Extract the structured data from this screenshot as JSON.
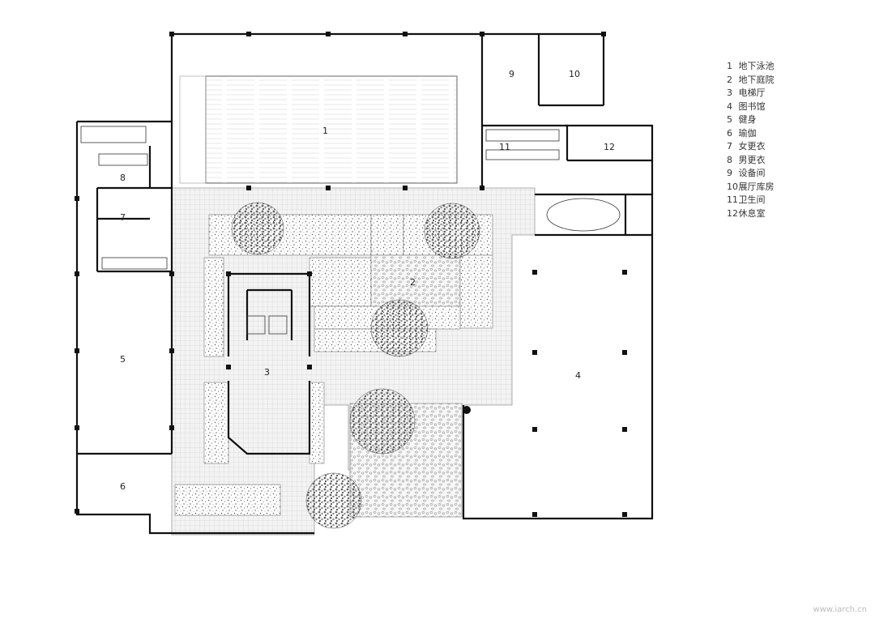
{
  "plan": {
    "rooms": [
      {
        "num": "1"
      },
      {
        "num": "2"
      },
      {
        "num": "3"
      },
      {
        "num": "4"
      },
      {
        "num": "5"
      },
      {
        "num": "6"
      },
      {
        "num": "7"
      },
      {
        "num": "8"
      },
      {
        "num": "9"
      },
      {
        "num": "10"
      },
      {
        "num": "11"
      },
      {
        "num": "12"
      }
    ]
  },
  "legend": [
    {
      "num": "1",
      "label": "地下泳池"
    },
    {
      "num": "2",
      "label": "地下庭院"
    },
    {
      "num": "3",
      "label": "电梯厅"
    },
    {
      "num": "4",
      "label": "图书馆"
    },
    {
      "num": "5",
      "label": "健身"
    },
    {
      "num": "6",
      "label": "瑜伽"
    },
    {
      "num": "7",
      "label": "女更衣"
    },
    {
      "num": "8",
      "label": "男更衣"
    },
    {
      "num": "9",
      "label": "设备间"
    },
    {
      "num": "10",
      "label": "展厅库房"
    },
    {
      "num": "11",
      "label": "卫生间"
    },
    {
      "num": "12",
      "label": "休息室"
    }
  ],
  "watermark": "www.iarch.cn"
}
